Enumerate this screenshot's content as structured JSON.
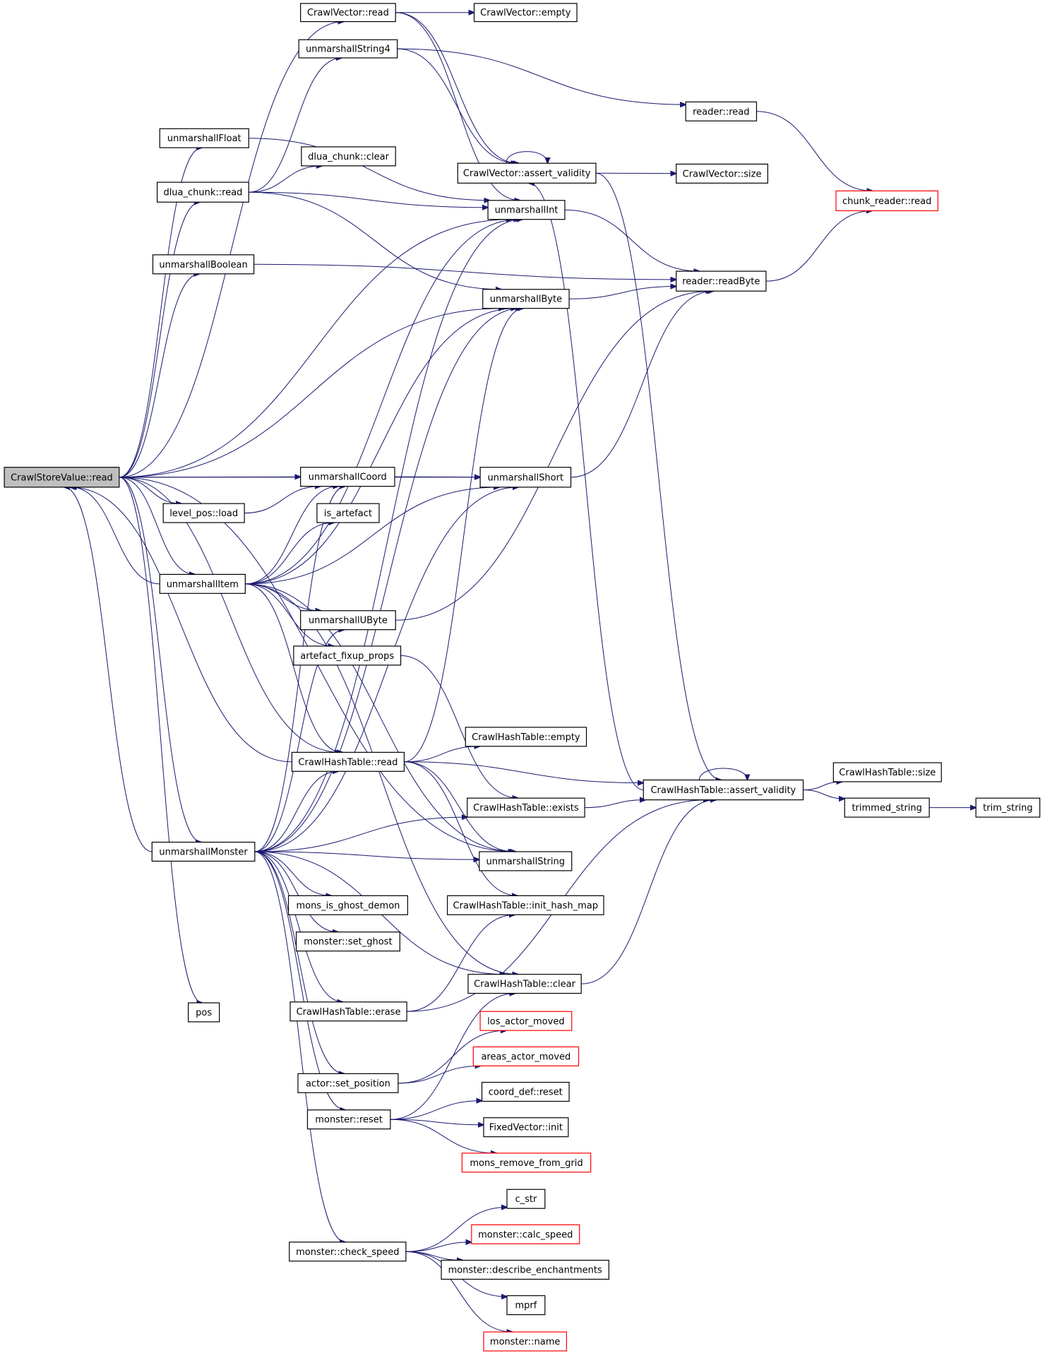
{
  "diagram": {
    "type": "call-graph",
    "colors": {
      "edge": "#191970",
      "node_border": "#000000",
      "truncated_border": "#ff0000",
      "root_fill": "#bfbfbf",
      "background": "#ffffff"
    },
    "nodes": [
      {
        "id": "root",
        "label": "CrawlStoreValue::read",
        "root": true
      },
      {
        "id": "cv_read",
        "label": "CrawlVector::read"
      },
      {
        "id": "cv_empty",
        "label": "CrawlVector::empty"
      },
      {
        "id": "us4",
        "label": "unmarshallString4"
      },
      {
        "id": "reader_read",
        "label": "reader::read"
      },
      {
        "id": "uflt",
        "label": "unmarshallFloat"
      },
      {
        "id": "dlua_clear",
        "label": "dlua_chunk::clear"
      },
      {
        "id": "cv_av",
        "label": "CrawlVector::assert_validity"
      },
      {
        "id": "cv_size",
        "label": "CrawlVector::size"
      },
      {
        "id": "chunk_read",
        "label": "chunk_reader::read",
        "truncated": true
      },
      {
        "id": "dlua_read",
        "label": "dlua_chunk::read"
      },
      {
        "id": "uint",
        "label": "unmarshallInt"
      },
      {
        "id": "ubool",
        "label": "unmarshallBoolean"
      },
      {
        "id": "readbyte",
        "label": "reader::readByte"
      },
      {
        "id": "ubyte",
        "label": "unmarshallByte"
      },
      {
        "id": "ucoord",
        "label": "unmarshallCoord"
      },
      {
        "id": "ushort",
        "label": "unmarshallShort"
      },
      {
        "id": "lp_load",
        "label": "level_pos::load"
      },
      {
        "id": "is_art",
        "label": "is_artefact"
      },
      {
        "id": "uitem",
        "label": "unmarshallItem"
      },
      {
        "id": "uubyte",
        "label": "unmarshallUByte"
      },
      {
        "id": "art_fix",
        "label": "artefact_fixup_props"
      },
      {
        "id": "ht_empty",
        "label": "CrawlHashTable::empty"
      },
      {
        "id": "ht_read",
        "label": "CrawlHashTable::read"
      },
      {
        "id": "ht_size",
        "label": "CrawlHashTable::size"
      },
      {
        "id": "ht_av",
        "label": "CrawlHashTable::assert_validity"
      },
      {
        "id": "ht_exists",
        "label": "CrawlHashTable::exists"
      },
      {
        "id": "trimmed",
        "label": "trimmed_string"
      },
      {
        "id": "trim",
        "label": "trim_string"
      },
      {
        "id": "umon",
        "label": "unmarshallMonster"
      },
      {
        "id": "ustr",
        "label": "unmarshallString"
      },
      {
        "id": "mons_ghost",
        "label": "mons_is_ghost_demon"
      },
      {
        "id": "ht_init",
        "label": "CrawlHashTable::init_hash_map"
      },
      {
        "id": "set_ghost",
        "label": "monster::set_ghost"
      },
      {
        "id": "ht_clear",
        "label": "CrawlHashTable::clear"
      },
      {
        "id": "ht_erase",
        "label": "CrawlHashTable::erase"
      },
      {
        "id": "pos",
        "label": "pos"
      },
      {
        "id": "los",
        "label": "los_actor_moved",
        "truncated": true
      },
      {
        "id": "areas",
        "label": "areas_actor_moved",
        "truncated": true
      },
      {
        "id": "set_pos",
        "label": "actor::set_position"
      },
      {
        "id": "coord_reset",
        "label": "coord_def::reset"
      },
      {
        "id": "mreset",
        "label": "monster::reset"
      },
      {
        "id": "fv_init",
        "label": "FixedVector::init"
      },
      {
        "id": "mons_rm",
        "label": "mons_remove_from_grid",
        "truncated": true
      },
      {
        "id": "c_str",
        "label": "c_str"
      },
      {
        "id": "calc_speed",
        "label": "monster::calc_speed",
        "truncated": true
      },
      {
        "id": "check_speed",
        "label": "monster::check_speed"
      },
      {
        "id": "describe",
        "label": "monster::describe_enchantments"
      },
      {
        "id": "mprf",
        "label": "mprf"
      },
      {
        "id": "mname",
        "label": "monster::name",
        "truncated": true
      }
    ],
    "edges": [
      [
        "root",
        "cv_read"
      ],
      [
        "root",
        "uflt"
      ],
      [
        "root",
        "dlua_read"
      ],
      [
        "root",
        "ubool"
      ],
      [
        "root",
        "ubyte"
      ],
      [
        "root",
        "uint"
      ],
      [
        "root",
        "ucoord"
      ],
      [
        "root",
        "ushort"
      ],
      [
        "root",
        "lp_load"
      ],
      [
        "root",
        "uitem"
      ],
      [
        "root",
        "ht_read"
      ],
      [
        "root",
        "umon"
      ],
      [
        "root",
        "pos"
      ],
      [
        "root",
        "ustr"
      ],
      [
        "cv_read",
        "cv_empty"
      ],
      [
        "cv_read",
        "cv_av"
      ],
      [
        "cv_read",
        "uint"
      ],
      [
        "us4",
        "reader_read"
      ],
      [
        "us4",
        "cv_av"
      ],
      [
        "reader_read",
        "chunk_read"
      ],
      [
        "uflt",
        "uint"
      ],
      [
        "dlua_read",
        "us4"
      ],
      [
        "dlua_read",
        "dlua_clear"
      ],
      [
        "dlua_read",
        "uint"
      ],
      [
        "dlua_read",
        "ubyte"
      ],
      [
        "cv_av",
        "cv_av"
      ],
      [
        "cv_av",
        "cv_size"
      ],
      [
        "cv_av",
        "ht_av"
      ],
      [
        "uint",
        "readbyte"
      ],
      [
        "ubool",
        "readbyte"
      ],
      [
        "ubyte",
        "readbyte"
      ],
      [
        "readbyte",
        "chunk_read"
      ],
      [
        "ucoord",
        "ushort"
      ],
      [
        "ushort",
        "readbyte"
      ],
      [
        "lp_load",
        "ucoord"
      ],
      [
        "uitem",
        "uint"
      ],
      [
        "uitem",
        "ubyte"
      ],
      [
        "uitem",
        "ucoord"
      ],
      [
        "uitem",
        "ushort"
      ],
      [
        "uitem",
        "is_art"
      ],
      [
        "uitem",
        "uubyte"
      ],
      [
        "uitem",
        "art_fix"
      ],
      [
        "uitem",
        "ht_read"
      ],
      [
        "uitem",
        "ustr"
      ],
      [
        "uitem",
        "ht_clear"
      ],
      [
        "uitem",
        "root"
      ],
      [
        "uubyte",
        "readbyte"
      ],
      [
        "art_fix",
        "ht_exists"
      ],
      [
        "ht_read",
        "ht_empty"
      ],
      [
        "ht_read",
        "ht_av"
      ],
      [
        "ht_read",
        "ubyte"
      ],
      [
        "ht_read",
        "ustr"
      ],
      [
        "ht_read",
        "ht_init"
      ],
      [
        "ht_read",
        "root"
      ],
      [
        "ht_av",
        "ht_av"
      ],
      [
        "ht_av",
        "ht_size"
      ],
      [
        "ht_av",
        "trimmed"
      ],
      [
        "ht_av",
        "cv_av"
      ],
      [
        "ht_exists",
        "ht_av"
      ],
      [
        "trimmed",
        "trim"
      ],
      [
        "umon",
        "uint"
      ],
      [
        "umon",
        "ubyte"
      ],
      [
        "umon",
        "ucoord"
      ],
      [
        "umon",
        "ushort"
      ],
      [
        "umon",
        "uubyte"
      ],
      [
        "umon",
        "ht_read"
      ],
      [
        "umon",
        "ht_exists"
      ],
      [
        "umon",
        "ustr"
      ],
      [
        "umon",
        "mons_ghost"
      ],
      [
        "umon",
        "set_ghost"
      ],
      [
        "umon",
        "ht_erase"
      ],
      [
        "umon",
        "ht_clear"
      ],
      [
        "umon",
        "set_pos"
      ],
      [
        "umon",
        "mreset"
      ],
      [
        "umon",
        "check_speed"
      ],
      [
        "umon",
        "root"
      ],
      [
        "ht_clear",
        "ht_av"
      ],
      [
        "ht_erase",
        "ht_av"
      ],
      [
        "ht_erase",
        "ht_init"
      ],
      [
        "set_pos",
        "los"
      ],
      [
        "set_pos",
        "areas"
      ],
      [
        "mreset",
        "coord_reset"
      ],
      [
        "mreset",
        "fv_init"
      ],
      [
        "mreset",
        "mons_rm"
      ],
      [
        "mreset",
        "ht_clear"
      ],
      [
        "check_speed",
        "c_str"
      ],
      [
        "check_speed",
        "calc_speed"
      ],
      [
        "check_speed",
        "describe"
      ],
      [
        "check_speed",
        "mprf"
      ],
      [
        "check_speed",
        "mname"
      ]
    ]
  }
}
